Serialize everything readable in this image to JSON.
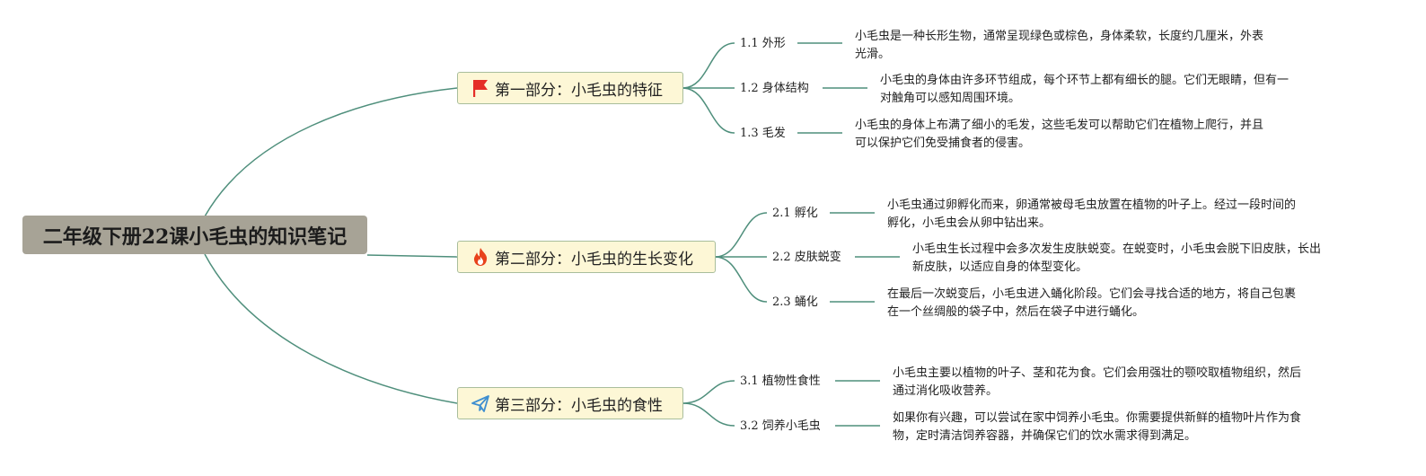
{
  "root": {
    "title": "二年级下册22课小毛虫的知识笔记"
  },
  "colors": {
    "line": "#4f8f7c",
    "root_bg": "#a7a396",
    "branch_bg": "#fdf7d6",
    "branch_border": "#a9be9c",
    "flag": "#e52d27",
    "fire": "#e8421c",
    "plane": "#3f8fd0"
  },
  "branches": [
    {
      "icon": "flag-icon",
      "label": "第一部分：小毛虫的特征",
      "leaves": [
        {
          "label": "1.1 外形",
          "note": [
            "小毛虫是一种长形生物，通常呈现绿色或棕色，身体柔软，长度约几厘米，外表",
            "光滑。"
          ]
        },
        {
          "label": "1.2 身体结构",
          "note": [
            "小毛虫的身体由许多环节组成，每个环节上都有细长的腿。它们无眼睛，但有一",
            "对触角可以感知周围环境。"
          ]
        },
        {
          "label": "1.3 毛发",
          "note": [
            "小毛虫的身体上布满了细小的毛发，这些毛发可以帮助它们在植物上爬行，并且",
            "可以保护它们免受捕食者的侵害。"
          ]
        }
      ]
    },
    {
      "icon": "fire-icon",
      "label": "第二部分：小毛虫的生长变化",
      "leaves": [
        {
          "label": "2.1 孵化",
          "note": [
            "小毛虫通过卵孵化而来，卵通常被母毛虫放置在植物的叶子上。经过一段时间的",
            "孵化，小毛虫会从卵中钻出来。"
          ]
        },
        {
          "label": "2.2 皮肤蜕变",
          "note": [
            "小毛虫生长过程中会多次发生皮肤蜕变。在蜕变时，小毛虫会脱下旧皮肤，长出",
            "新皮肤，以适应自身的体型变化。"
          ]
        },
        {
          "label": "2.3 蛹化",
          "note": [
            "在最后一次蜕变后，小毛虫进入蛹化阶段。它们会寻找合适的地方，将自己包裹",
            "在一个丝绸般的袋子中，然后在袋子中进行蛹化。"
          ]
        }
      ]
    },
    {
      "icon": "paper-plane-icon",
      "label": "第三部分：小毛虫的食性",
      "leaves": [
        {
          "label": "3.1 植物性食性",
          "note": [
            "小毛虫主要以植物的叶子、茎和花为食。它们会用强壮的颚咬取植物组织，然后",
            "通过消化吸收营养。"
          ]
        },
        {
          "label": "3.2 饲养小毛虫",
          "note": [
            "如果你有兴趣，可以尝试在家中饲养小毛虫。你需要提供新鲜的植物叶片作为食",
            "物，定时清洁饲养容器，并确保它们的饮水需求得到满足。"
          ]
        }
      ]
    }
  ]
}
